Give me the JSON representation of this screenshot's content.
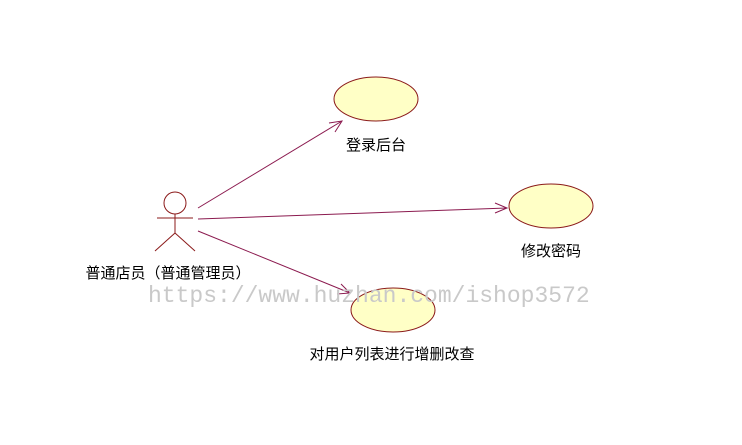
{
  "diagram": {
    "actor": {
      "label": "普通店员（普通管理员）"
    },
    "use_cases": [
      {
        "label": "登录后台"
      },
      {
        "label": "修改密码"
      },
      {
        "label": "对用户列表进行增删改查"
      }
    ],
    "watermark": "https://www.huzhan.com/ishop3572",
    "colors": {
      "association_line": "#8b1a4f",
      "use_case_fill": "#ffffc6",
      "use_case_stroke": "#8b1a1a",
      "watermark": "#c9c9c9"
    }
  }
}
